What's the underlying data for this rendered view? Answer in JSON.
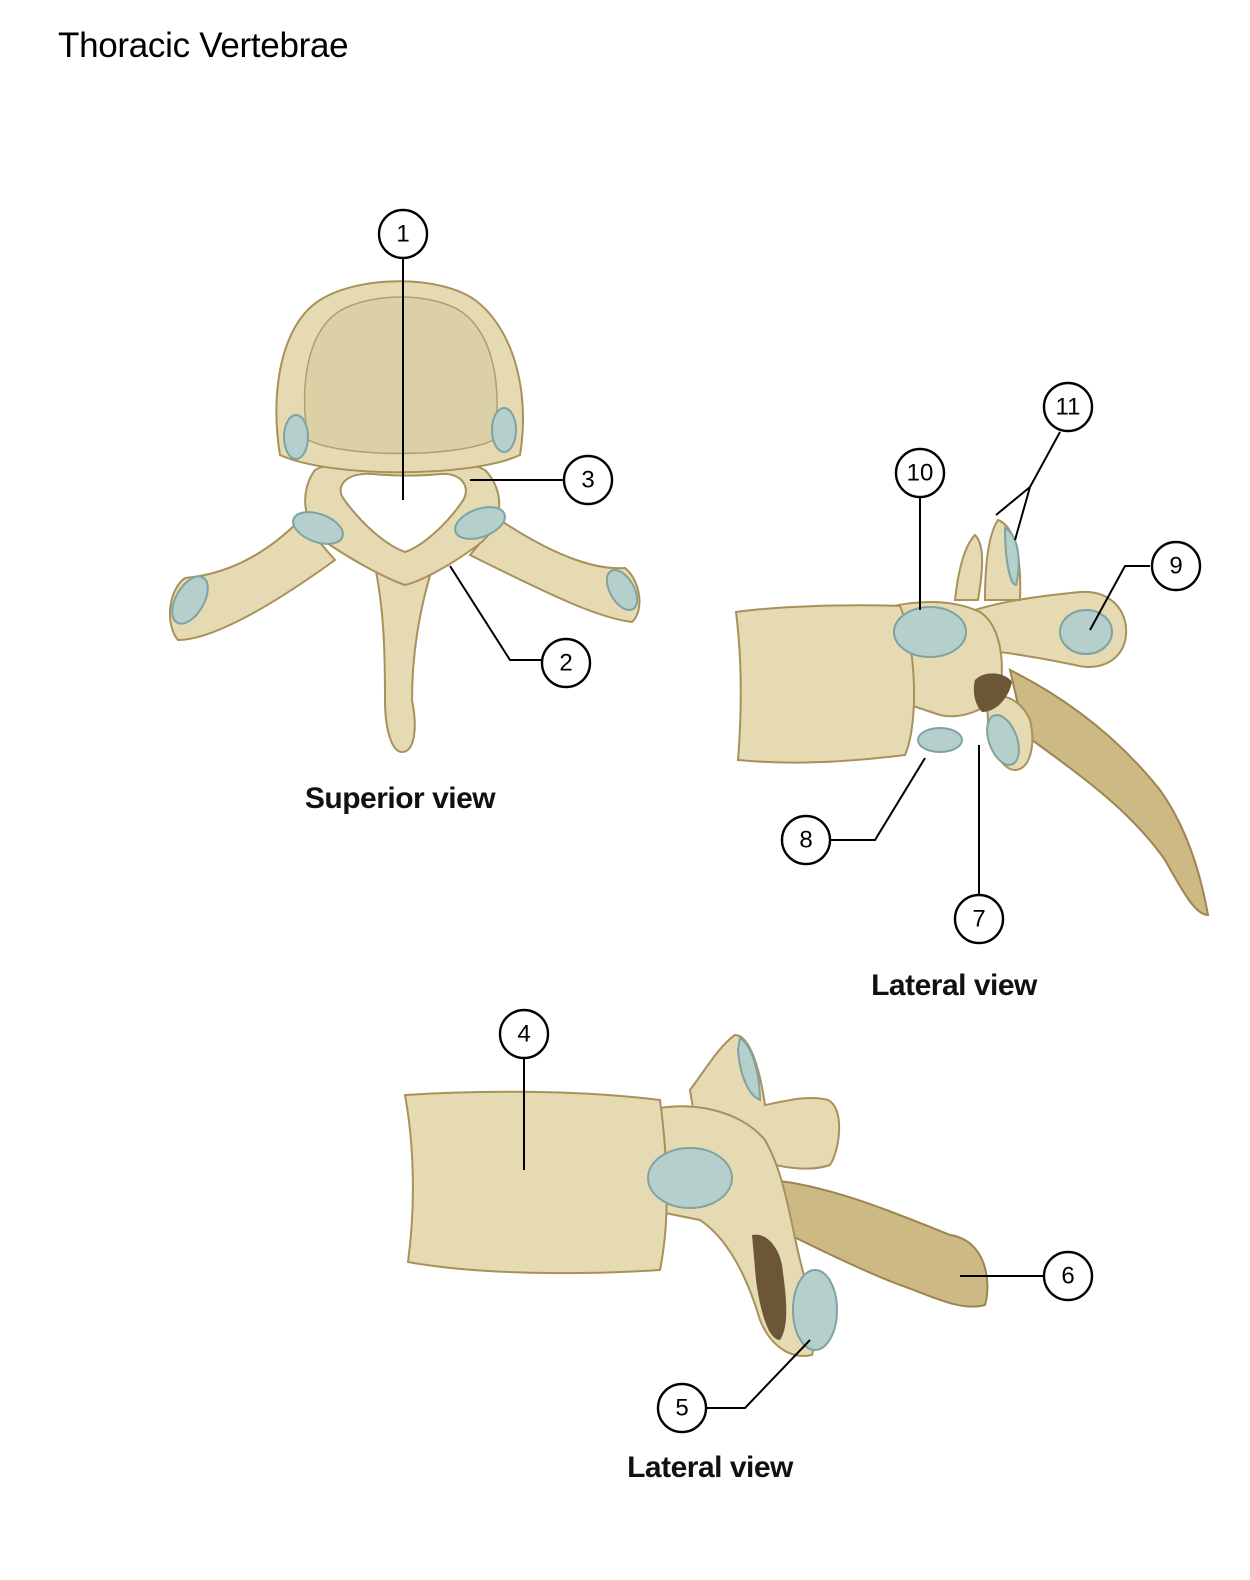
{
  "title": "Thoracic Vertebrae",
  "views": [
    {
      "id": "superior",
      "caption": "Superior view"
    },
    {
      "id": "lateral-upper",
      "caption": "Lateral view"
    },
    {
      "id": "lateral-lower",
      "caption": "Lateral view"
    }
  ],
  "callouts": [
    "1",
    "2",
    "3",
    "4",
    "5",
    "6",
    "7",
    "8",
    "9",
    "10",
    "11"
  ],
  "colors": {
    "bone": "#e6dab2",
    "bone_edge": "#a8915a",
    "articular_facet": "#b4cfcc",
    "outline": "#000000"
  }
}
